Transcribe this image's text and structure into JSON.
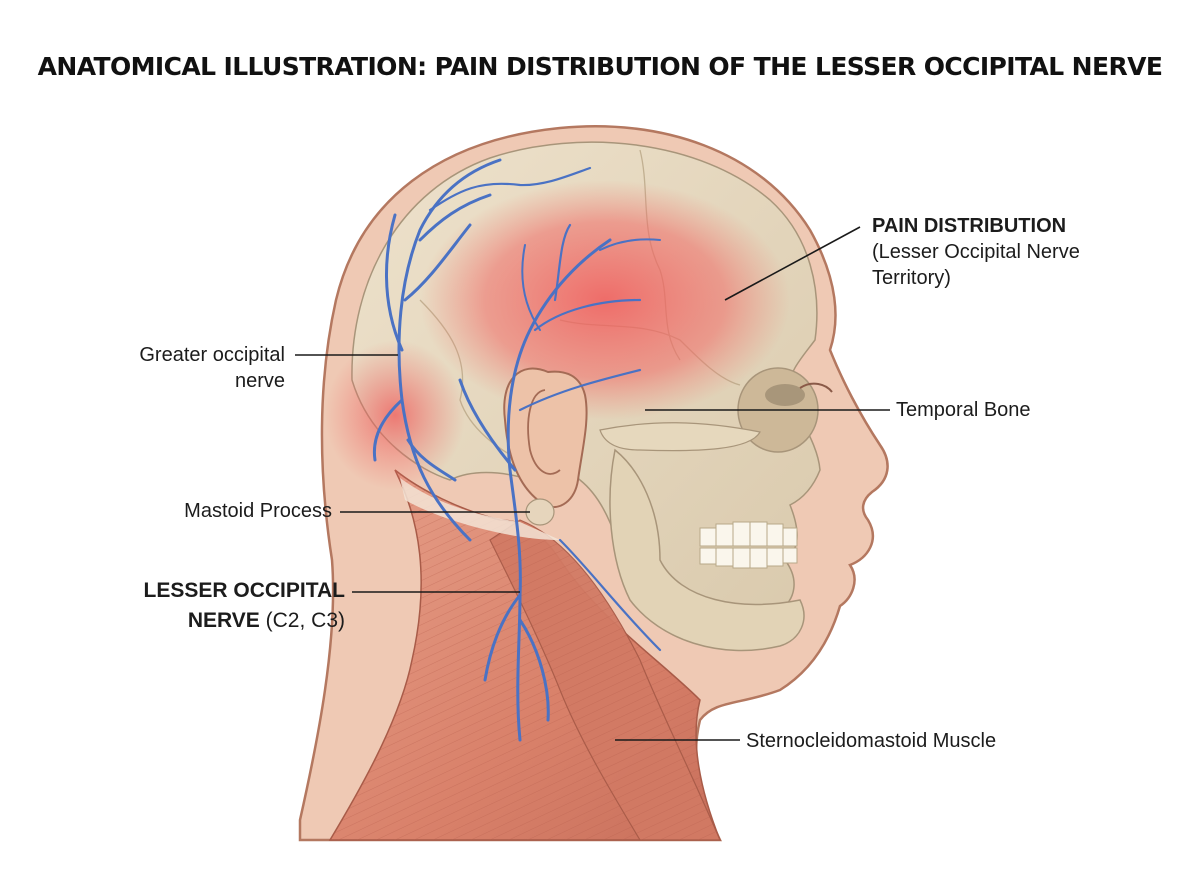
{
  "title": "ANATOMICAL ILLUSTRATION: PAIN DISTRIBUTION OF THE LESSER OCCIPITAL NERVE",
  "labels": {
    "pain_distribution": {
      "heading": "PAIN DISTRIBUTION",
      "line1": "(Lesser Occipital Nerve",
      "line2": "Territory)"
    },
    "greater_occipital": {
      "line1": "Greater occipital",
      "line2": "nerve"
    },
    "temporal_bone": "Temporal Bone",
    "mastoid_process": "Mastoid Process",
    "lesser_occipital": {
      "line1": "LESSER OCCIPITAL",
      "line2_bold": "NERVE",
      "line2_rest": " (C2, C3)"
    },
    "sternocleidomastoid": "Sternocleidomastoid Muscle"
  },
  "colors": {
    "skin": "#efc9b4",
    "skull": "#e6d9c2",
    "muscle": "#d98a73",
    "pain": "#ee6060",
    "nerve": "#4a72c4"
  },
  "icons": {
    "head": "head-illustration",
    "skull": "skull-illustration",
    "nerve": "nerve-branches",
    "pain": "pain-region"
  }
}
